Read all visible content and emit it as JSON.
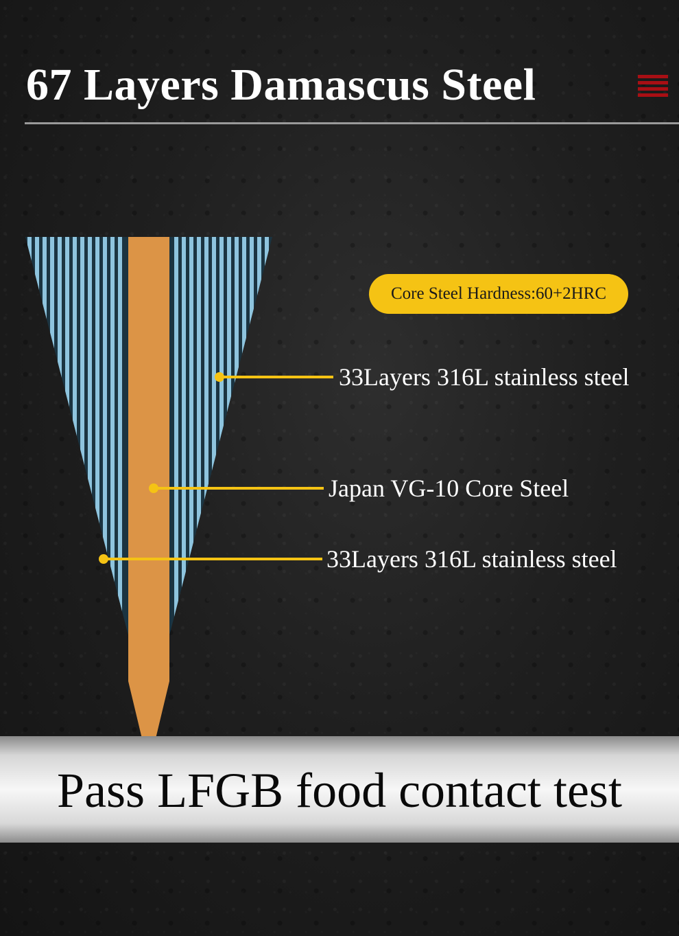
{
  "header": {
    "title": "67 Layers Damascus Steel"
  },
  "diagram": {
    "hardness_badge": "Core Steel Hardness:60+2HRC",
    "callouts": [
      "33Layers 316L stainless steel",
      "Japan VG-10 Core Steel",
      "33Layers 316L stainless steel"
    ]
  },
  "footer": {
    "tagline": "Pass LFGB food contact test"
  },
  "colors": {
    "layer_stripe": "#8ec4de",
    "layer_gap": "#1b3441",
    "core": "#dc9446",
    "callout": "#f5c314",
    "menu": "#a80f14"
  },
  "icons": [
    "menu-icon"
  ]
}
